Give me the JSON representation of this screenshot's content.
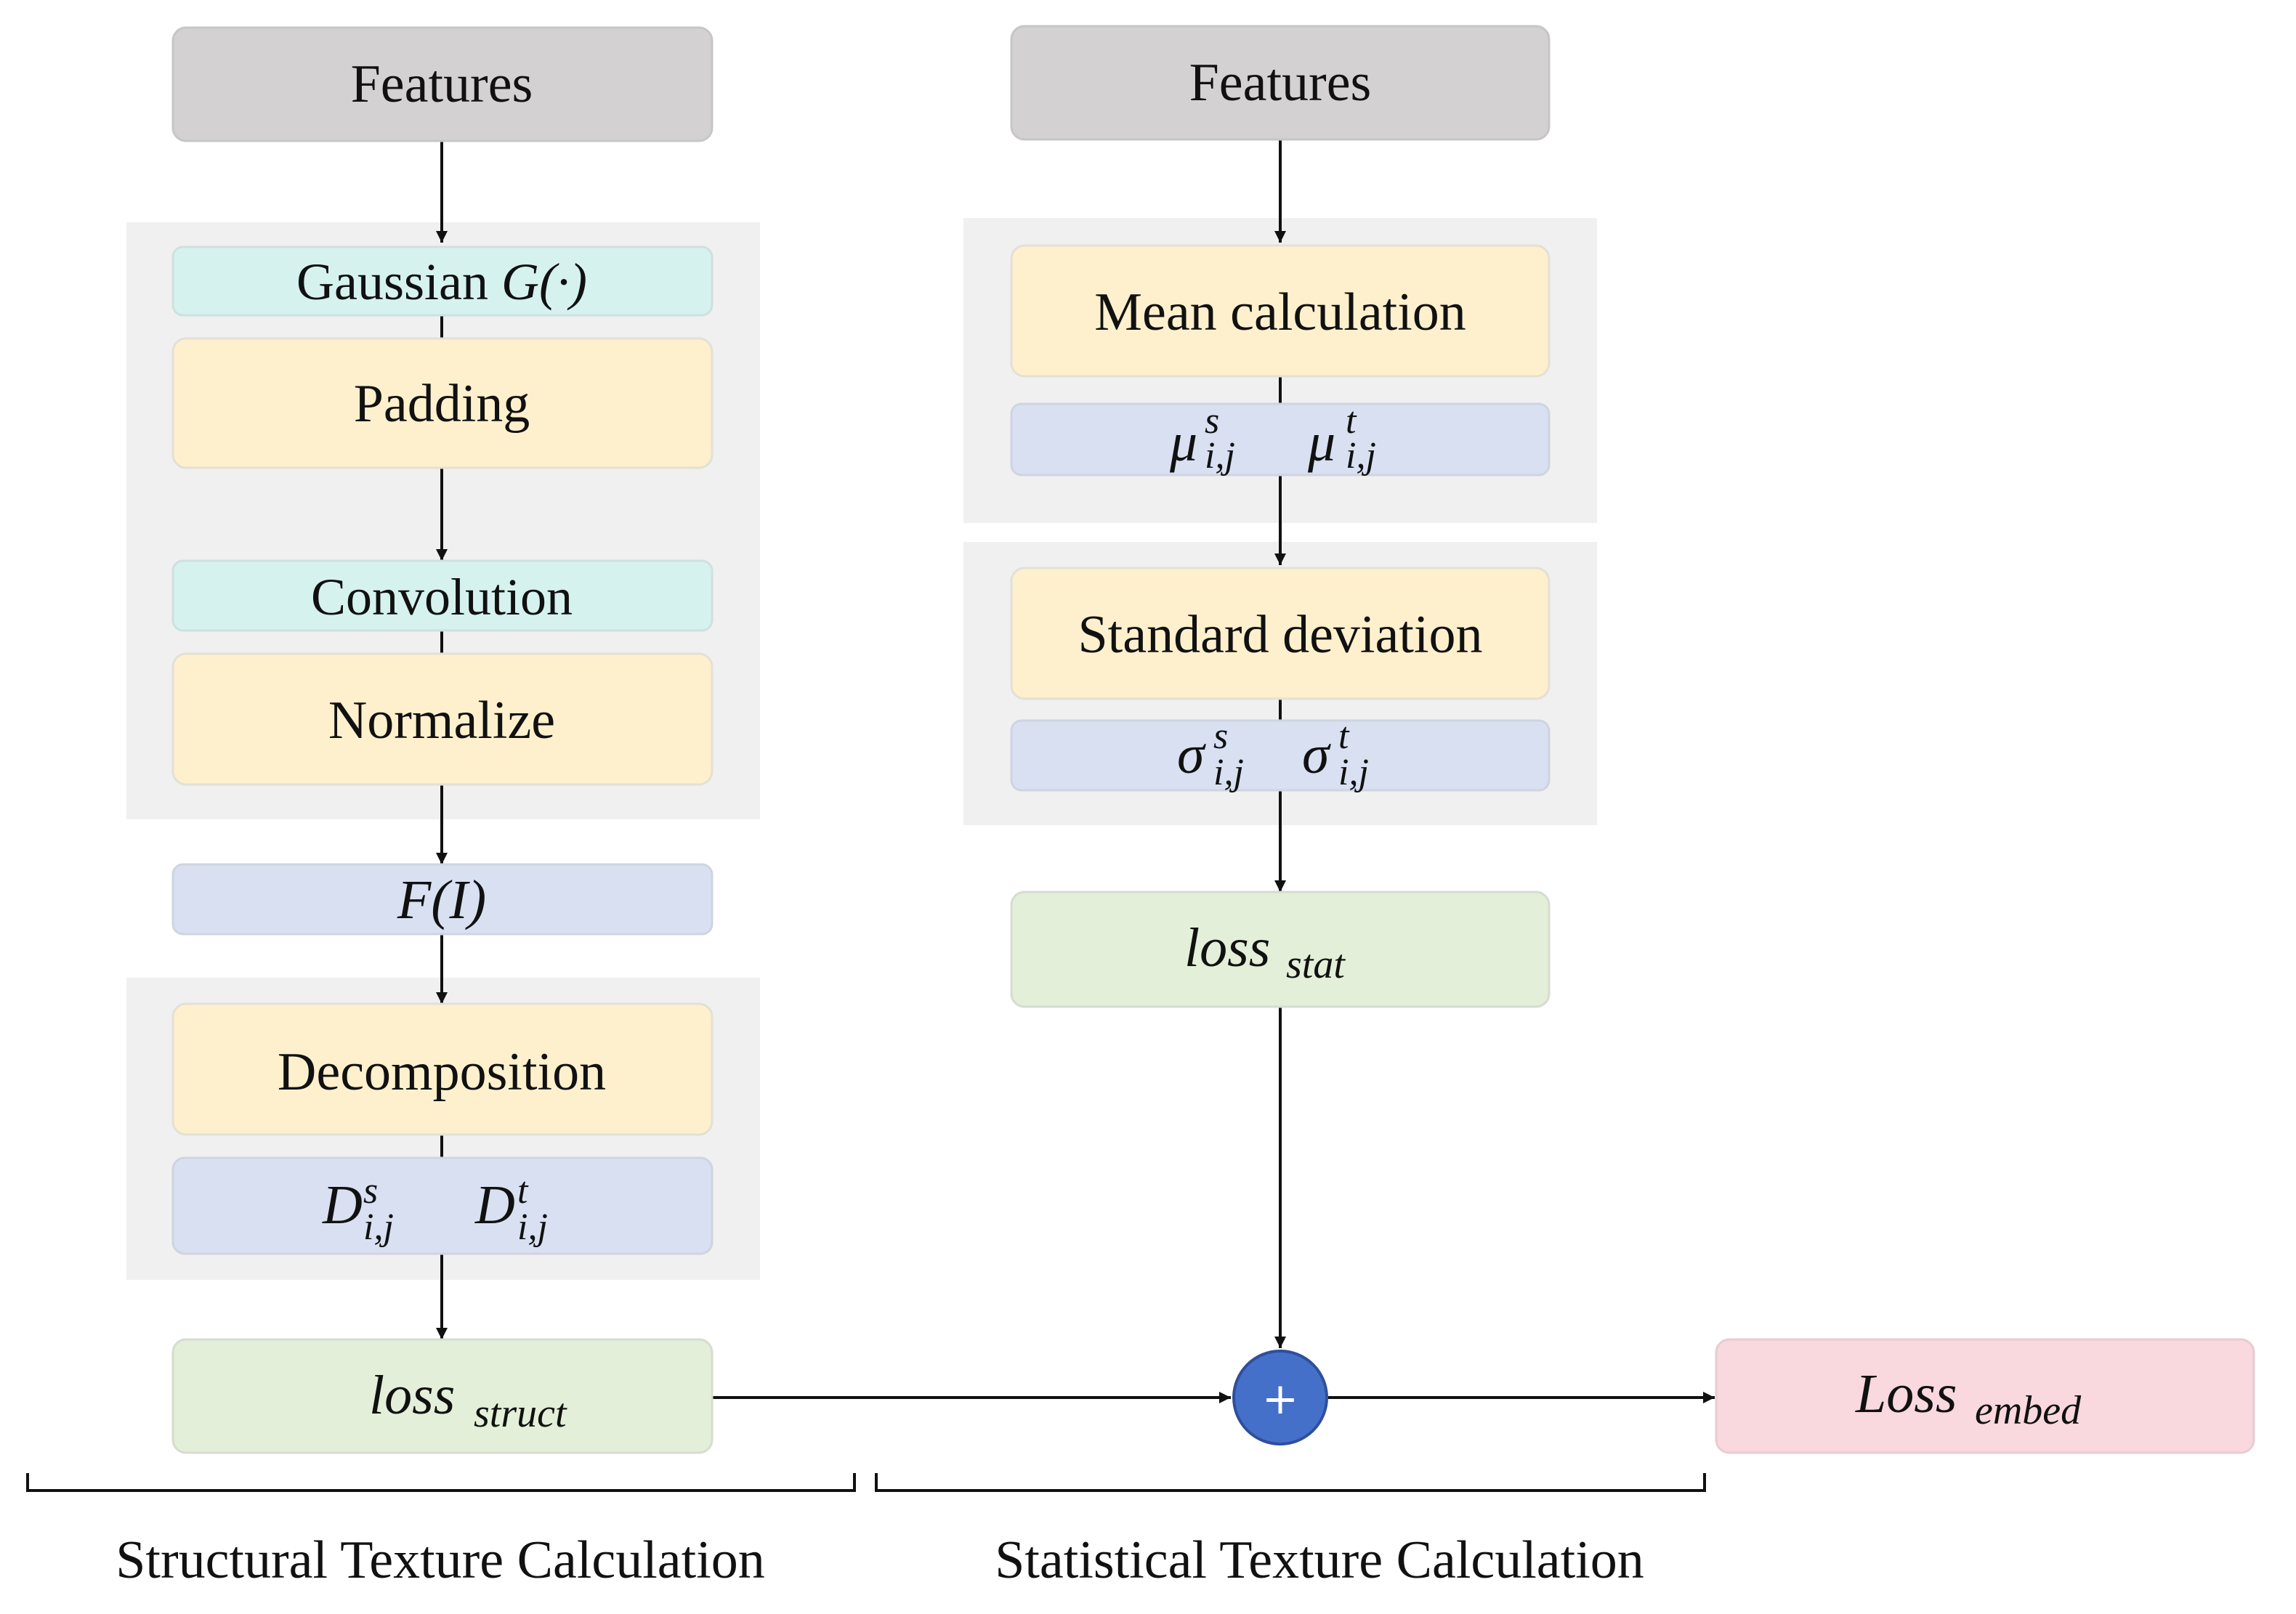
{
  "structural": {
    "features": "Features",
    "gaussian_text": "Gaussian ",
    "gaussian_math": "G(·)",
    "padding": "Padding",
    "convolution": "Convolution",
    "normalize": "Normalize",
    "fi": "F(I)",
    "decomposition": "Decomposition",
    "d_symbol": "D",
    "d_sup_s": "s",
    "d_sup_t": "t",
    "d_sub": "i,j",
    "loss_main": "loss",
    "loss_sub": "struct",
    "caption": "Structural Texture Calculation"
  },
  "statistical": {
    "features": "Features",
    "mean": "Mean calculation",
    "mu_symbol": "μ",
    "mu_sup_s": "s",
    "mu_sup_t": "t",
    "mu_sub": "i,j",
    "std": "Standard deviation",
    "sigma_symbol": "σ",
    "sigma_sup_s": "s",
    "sigma_sup_t": "t",
    "sigma_sub": "i,j",
    "loss_main": "loss",
    "loss_sub": "stat",
    "caption": "Statistical Texture Calculation"
  },
  "combine": {
    "plus": "+",
    "loss_main": "Loss",
    "loss_sub": "embed"
  },
  "colors": {
    "features": "#d3d1d2",
    "group_bg": "#f0f0f0",
    "operation": "#fef0cd",
    "operator": "#d5f2ef",
    "variable": "#d8e0f2",
    "loss": "#e3efd8",
    "final_loss": "#f9d8de",
    "plus_circle": "#4570c9",
    "arrow": "#111111"
  }
}
